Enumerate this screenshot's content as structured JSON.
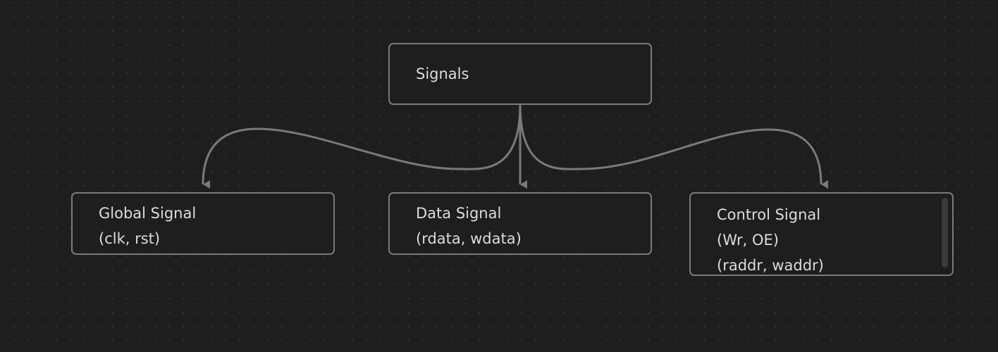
{
  "nodes": {
    "root": {
      "lines": [
        "Signals"
      ]
    },
    "global": {
      "lines": [
        "Global Signal",
        "(clk, rst)"
      ]
    },
    "data": {
      "lines": [
        "Data Signal",
        "(rdata, wdata)"
      ]
    },
    "control": {
      "lines": [
        "Control Signal",
        "(Wr, OE)",
        "(raddr, waddr)"
      ]
    }
  },
  "edges": [
    {
      "from": "root",
      "to": "global"
    },
    {
      "from": "root",
      "to": "data"
    },
    {
      "from": "root",
      "to": "control"
    }
  ],
  "colors": {
    "background": "#1e1e1e",
    "node_border": "#7a7a7a",
    "edge": "#7a7a7a",
    "text": "#dcdcdc"
  }
}
